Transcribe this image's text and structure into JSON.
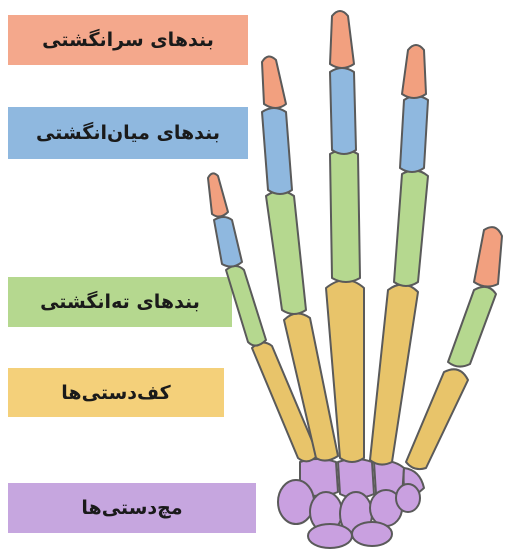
{
  "labels": {
    "distal_phalanges": "بندهای سرانگشتی",
    "middle_phalanges": "بندهای میان‌انگشتی",
    "proximal_phalanges": "بندهای ته‌انگشتی",
    "metacarpals": "کف‌دستی‌ها",
    "carpals": "مچ‌دستی‌ها"
  },
  "colors": {
    "distal": "#f2a07f",
    "middle": "#8fb8df",
    "proximal": "#b5d88f",
    "metacarpal": "#e8c46a",
    "carpal": "#c9a0e0",
    "outline": "#5a5a5a"
  }
}
